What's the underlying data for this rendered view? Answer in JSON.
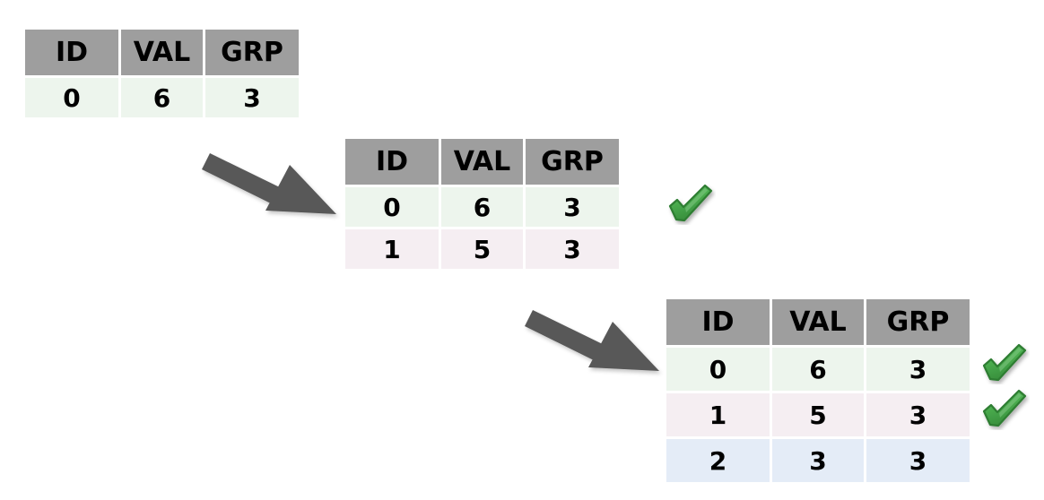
{
  "diagram": {
    "title": "",
    "columns": [
      "ID",
      "VAL",
      "GRP"
    ],
    "colors": {
      "header_bg": "#9e9e9e",
      "row_green": "#edf5ed",
      "row_pink": "#f5eef2",
      "row_blue": "#e4ecf7",
      "arrow": "#595959",
      "check_fill": "#4caf50",
      "check_stroke": "#2e7d32",
      "text": "#000000",
      "page_bg": "#ffffff"
    },
    "steps": [
      {
        "name": "step-1",
        "rows": [
          {
            "tone": "row-green",
            "cells": [
              "0",
              "6",
              "3"
            ],
            "check": false
          }
        ]
      },
      {
        "name": "step-2",
        "rows": [
          {
            "tone": "row-green",
            "cells": [
              "0",
              "6",
              "3"
            ],
            "check": true
          },
          {
            "tone": "row-pink",
            "cells": [
              "1",
              "5",
              "3"
            ],
            "check": false
          }
        ]
      },
      {
        "name": "step-3",
        "rows": [
          {
            "tone": "row-green",
            "cells": [
              "0",
              "6",
              "3"
            ],
            "check": true
          },
          {
            "tone": "row-pink",
            "cells": [
              "1",
              "5",
              "3"
            ],
            "check": true
          },
          {
            "tone": "row-blue",
            "cells": [
              "2",
              "3",
              "3"
            ],
            "check": false
          }
        ]
      }
    ],
    "arrows": [
      {
        "name": "arrow-step1-to-step2"
      },
      {
        "name": "arrow-step2-to-step3"
      }
    ]
  }
}
